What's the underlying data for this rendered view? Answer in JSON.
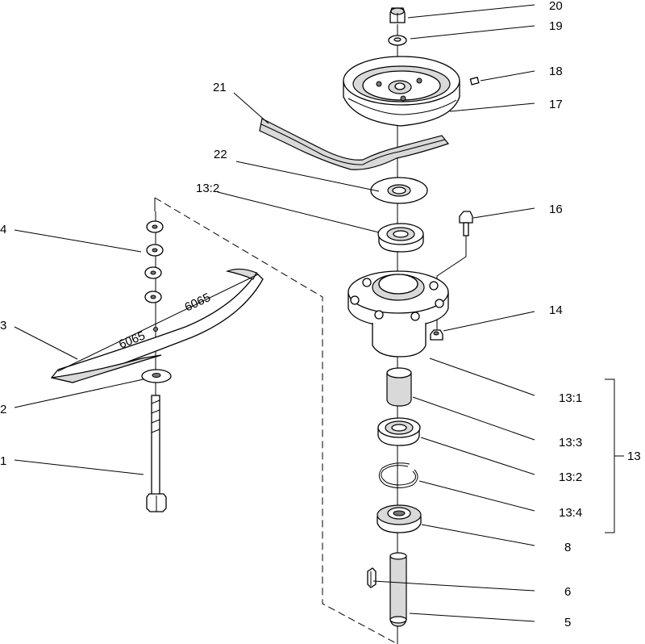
{
  "callouts": {
    "c20": "20",
    "c19": "19",
    "c18": "18",
    "c17": "17",
    "c21": "21",
    "c22": "22",
    "c13_2a": "13:2",
    "c16": "16",
    "c4": "4",
    "c3": "3",
    "c14": "14",
    "c13_1": "13:1",
    "c2": "2",
    "c13_3": "13:3",
    "c13": "13",
    "c13_2b": "13:2",
    "c1": "1",
    "c13_4": "13:4",
    "c8": "8",
    "c6": "6",
    "c5": "5"
  },
  "blade_stamps": [
    "6065",
    "6065"
  ]
}
